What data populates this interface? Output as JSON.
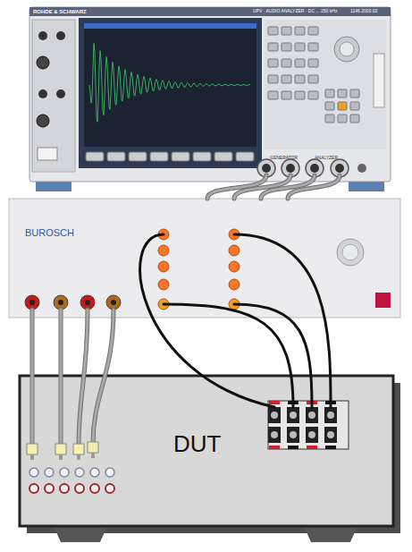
{
  "diagram": {
    "nodes": [
      {
        "text": [
          "ROHDE & SCHWARZ",
          "UPV · AUDIO ANALYZER · DC ... 250 kHz"
        ]
      },
      {
        "text": [
          "BUROSCH"
        ]
      },
      {
        "text": [
          "DUT"
        ]
      }
    ],
    "edges": [
      {
        "from": 0,
        "to": 1,
        "arrow": "none"
      },
      {
        "from": 0,
        "to": 1,
        "arrow": "none"
      },
      {
        "from": 0,
        "to": 1,
        "arrow": "none"
      },
      {
        "from": 0,
        "to": 1,
        "arrow": "none"
      },
      {
        "from": 1,
        "to": 2,
        "arrow": "none"
      },
      {
        "from": 1,
        "to": 2,
        "arrow": "none"
      },
      {
        "from": 1,
        "to": 2,
        "arrow": "none"
      },
      {
        "from": 1,
        "to": 2,
        "arrow": "none"
      },
      {
        "from": 1,
        "to": 2,
        "arrow": "none"
      },
      {
        "from": 1,
        "to": 2,
        "arrow": "none"
      },
      {
        "from": 1,
        "to": 2,
        "arrow": "none"
      },
      {
        "from": 1,
        "to": 2,
        "arrow": "none"
      }
    ],
    "labels": [
      "1146.2003.02",
      "GENERATOR",
      "ANALYZER"
    ]
  }
}
